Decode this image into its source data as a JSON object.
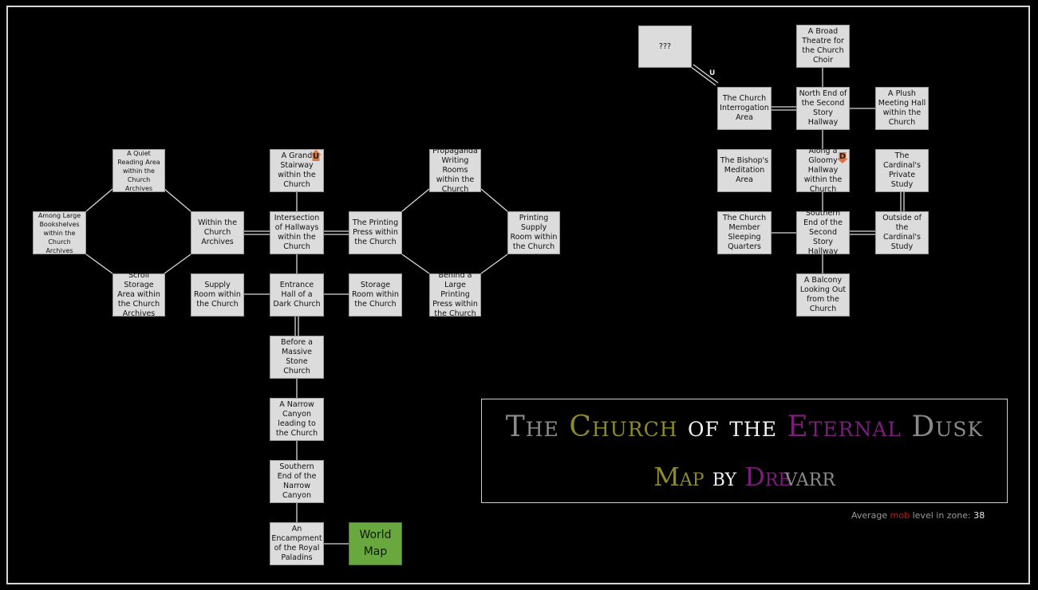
{
  "rooms": {
    "quiet_reading": "A Quiet Reading Area within the Church Archives",
    "large_bookshelves": "Among Large Bookshelves within the Church Archives",
    "scroll_storage": "Scroll Storage Area within the Church Archives",
    "within_archives": "Within the Church Archives",
    "supply_room": "Supply Room within the Church",
    "grand_stairway": "A Grand Stairway within the Church",
    "intersection": "Intersection of Hallways within the Church",
    "entrance_hall": "Entrance Hall of a Dark Church",
    "before_massive": "Before a Massive Stone Church",
    "narrow_canyon": "A Narrow Canyon leading to the Church",
    "southern_canyon": "Southern End of the Narrow Canyon",
    "encampment": "An Encampment of the Royal Paladins",
    "world_map": "World Map",
    "printing_press": "The Printing Press within the Church",
    "storage_room": "Storage Room within the Church",
    "propaganda": "Propaganda Writing Rooms within the Church",
    "behind_press": "Behind a Large Printing Press within the Church",
    "printing_supply": "Printing Supply Room within the Church",
    "unknown": "???",
    "broad_theatre": "A Broad Theatre for the Church Choir",
    "interrogation": "The Church Interrogation Area",
    "north_end": "North End of the Second Story Hallway",
    "plush_meeting": "A Plush Meeting Hall within the Church",
    "bishop_meditation": "The Bishop's Meditation Area",
    "gloomy_hallway": "Along a Gloomy Hallway within the Church",
    "cardinal_study": "The Cardinal's Private Study",
    "member_sleeping": "The Church Member Sleeping Quarters",
    "southern_end": "Southern End of the Second Story Hallway",
    "outside_cardinal": "Outside of the Cardinal's Study",
    "balcony": "A Balcony Looking Out from the Church"
  },
  "markers": {
    "up_stair": "U",
    "down_gloomy": "D",
    "unknown_exit": "U"
  },
  "title": {
    "w1": "The",
    "w2": "Church",
    "w3": "of",
    "w4": "the",
    "w5": "Eternal",
    "w6": "Dusk",
    "s1": "Map",
    "s2": "by",
    "s3": "Dre",
    "s4": "varr"
  },
  "footer": {
    "prefix": "Average ",
    "mob": "mob",
    "suffix": " level in zone: ",
    "level": "38"
  },
  "colors": {
    "room_fill": "#dcdcdc",
    "world_map_fill": "#69a83f",
    "marker": "#e0733d",
    "title_gray": "#8a8a8a",
    "title_olive": "#8c8a2a",
    "title_white": "#f2f2f2",
    "title_purple": "#7a1e7a",
    "mob_red": "#b82020"
  }
}
